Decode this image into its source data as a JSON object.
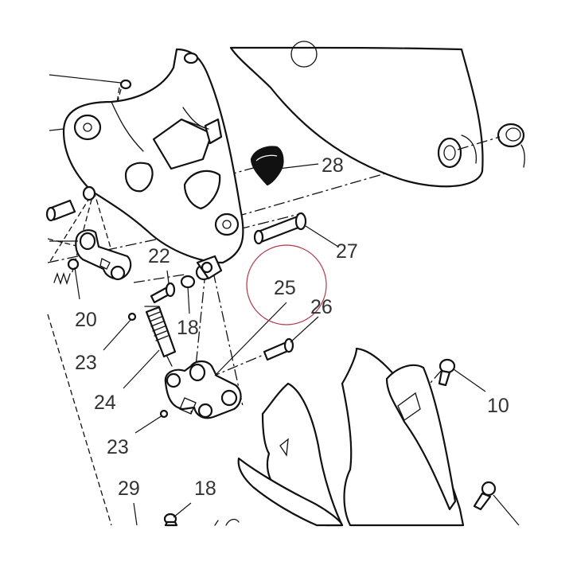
{
  "diagram": {
    "callouts": [
      {
        "id": "28",
        "label": "28"
      },
      {
        "id": "27",
        "label": "27"
      },
      {
        "id": "22",
        "label": "22"
      },
      {
        "id": "25",
        "label": "25"
      },
      {
        "id": "26",
        "label": "26"
      },
      {
        "id": "18a",
        "label": "18"
      },
      {
        "id": "20",
        "label": "20"
      },
      {
        "id": "23a",
        "label": "23"
      },
      {
        "id": "24",
        "label": "24"
      },
      {
        "id": "10",
        "label": "10"
      },
      {
        "id": "23b",
        "label": "23"
      },
      {
        "id": "29",
        "label": "29"
      },
      {
        "id": "18b",
        "label": "18"
      }
    ],
    "highlight_color": "#b03a48",
    "line_color": "#111111",
    "label_color": "#333333"
  }
}
